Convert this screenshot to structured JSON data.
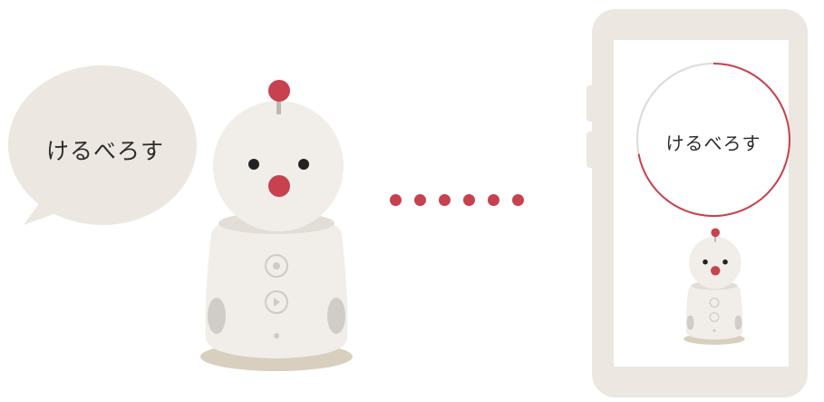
{
  "speech_bubble": {
    "text": "けるべろす"
  },
  "phone": {
    "screen_text": "けるべろす",
    "progress_fraction": 0.72
  },
  "connection_dots": {
    "count": 6
  },
  "colors": {
    "accent_red": "#c8414e",
    "bubble_beige": "#ece7e1",
    "robot_body": "#f1eee9",
    "robot_base": "#d9cfbf",
    "phone_frame": "#ece7e1"
  }
}
